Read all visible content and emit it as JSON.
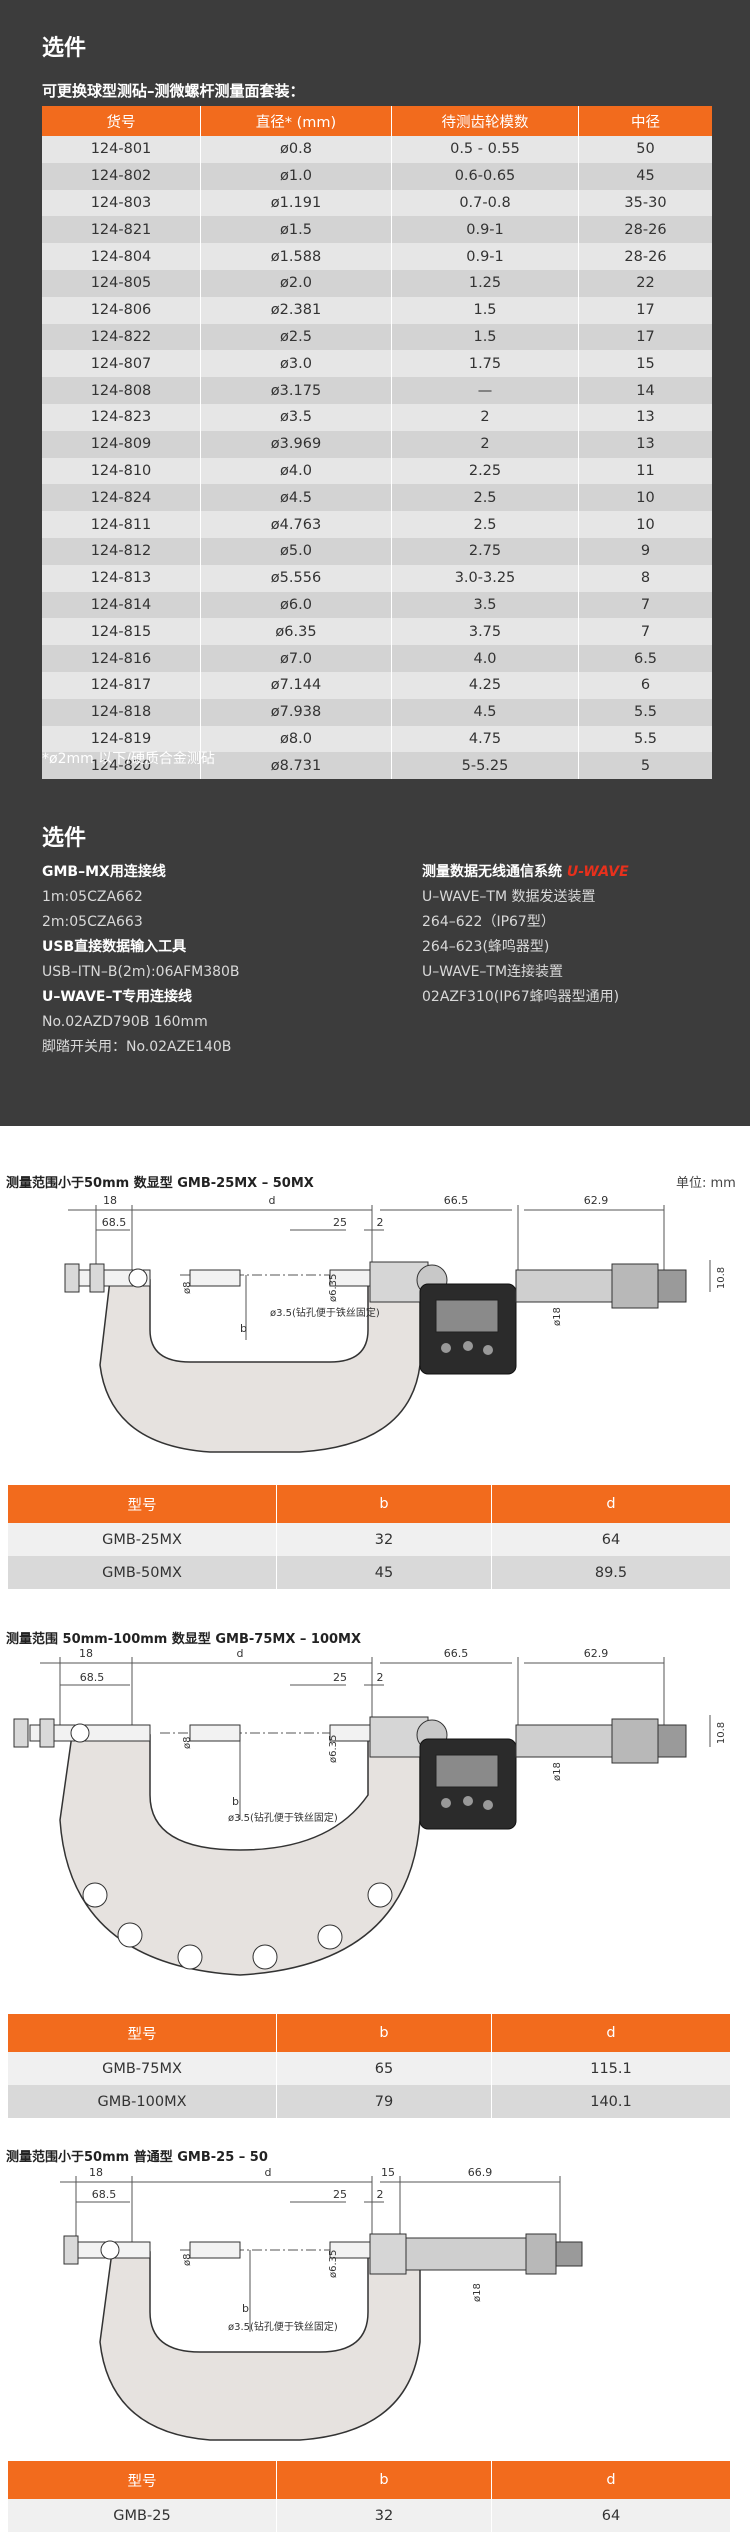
{
  "options_section": {
    "title": "选件",
    "subtitle": "可更换球型测砧–测微螺杆测量面套装：",
    "headers": [
      "货号",
      "直径* (mm)",
      "待测齿轮模数",
      "中径"
    ],
    "rows": [
      [
        "124-801",
        "ø0.8",
        "0.5 - 0.55",
        "50"
      ],
      [
        "124-802",
        "ø1.0",
        "0.6-0.65",
        "45"
      ],
      [
        "124-803",
        "ø1.191",
        "0.7-0.8",
        "35-30"
      ],
      [
        "124-821",
        "ø1.5",
        "0.9-1",
        "28-26"
      ],
      [
        "124-804",
        "ø1.588",
        "0.9-1",
        "28-26"
      ],
      [
        "124-805",
        "ø2.0",
        "1.25",
        "22"
      ],
      [
        "124-806",
        "ø2.381",
        "1.5",
        "17"
      ],
      [
        "124-822",
        "ø2.5",
        "1.5",
        "17"
      ],
      [
        "124-807",
        "ø3.0",
        "1.75",
        "15"
      ],
      [
        "124-808",
        "ø3.175",
        "—",
        "14"
      ],
      [
        "124-823",
        "ø3.5",
        "2",
        "13"
      ],
      [
        "124-809",
        "ø3.969",
        "2",
        "13"
      ],
      [
        "124-810",
        "ø4.0",
        "2.25",
        "11"
      ],
      [
        "124-824",
        "ø4.5",
        "2.5",
        "10"
      ],
      [
        "124-811",
        "ø4.763",
        "2.5",
        "10"
      ],
      [
        "124-812",
        "ø5.0",
        "2.75",
        "9"
      ],
      [
        "124-813",
        "ø5.556",
        "3.0-3.25",
        "8"
      ],
      [
        "124-814",
        "ø6.0",
        "3.5",
        "7"
      ],
      [
        "124-815",
        "ø6.35",
        "3.75",
        "7"
      ],
      [
        "124-816",
        "ø7.0",
        "4.0",
        "6.5"
      ],
      [
        "124-817",
        "ø7.144",
        "4.25",
        "6"
      ],
      [
        "124-818",
        "ø7.938",
        "4.5",
        "5.5"
      ],
      [
        "124-819",
        "ø8.0",
        "4.75",
        "5.5"
      ],
      [
        "124-820",
        "ø8.731",
        "5-5.25",
        "5"
      ]
    ],
    "note": "*ø2mm 以下/硬质合金测砧"
  },
  "accessories": {
    "title": "选件",
    "left": [
      {
        "text": "GMB–MX用连接线",
        "bold": true
      },
      {
        "text": "1m:05CZA662",
        "bold": false
      },
      {
        "text": "2m:05CZA663",
        "bold": false
      },
      {
        "text": "USB直接数据输入工具",
        "bold": true
      },
      {
        "text": "USB–ITN–B(2m):06AFM380B",
        "bold": false
      },
      {
        "text": "U–WAVE–T专用连接线",
        "bold": true
      },
      {
        "text": "No.02AZD790B 160mm",
        "bold": false
      },
      {
        "text": "脚踏开关用：No.02AZE140B",
        "bold": false
      }
    ],
    "right_head": "测量数据无线通信系统",
    "right_brand": "U-WAVE",
    "right": [
      "U–WAVE–TM 数据发送装置",
      "264–622（IP67型）",
      "264–623(蜂鸣器型)",
      "U–WAVE–TM连接装置",
      "02AZF310(IP67蜂鸣器型通用)"
    ]
  },
  "figures": [
    {
      "title": "测量范围小于50mm 数显型    GMB-25MX – 50MX",
      "unit": "单位: mm",
      "dims": {
        "d18": "18",
        "d68": "68.5",
        "d": "d",
        "d25": "25",
        "d2": "2",
        "d665": "66.5",
        "d629": "62.9",
        "d108": "10.8",
        "d8": "ø8",
        "d635": "ø6.35",
        "d18b": "ø18",
        "b": "b",
        "hole": "ø3.5(钻孔便于铁丝固定)"
      },
      "table": {
        "headers": [
          "型号",
          "b",
          "d"
        ],
        "rows": [
          [
            "GMB-25MX",
            "32",
            "64"
          ],
          [
            "GMB-50MX",
            "45",
            "89.5"
          ]
        ]
      }
    },
    {
      "title": "测量范围 50mm-100mm 数显型    GMB-75MX – 100MX",
      "dims": {
        "d18": "18",
        "d68": "68.5",
        "d": "d",
        "d25": "25",
        "d2": "2",
        "d665": "66.5",
        "d629": "62.9",
        "d108": "10.8",
        "d8": "ø8",
        "d635": "ø6.35",
        "d18b": "ø18",
        "b": "b",
        "hole": "ø3.5(钻孔便于铁丝固定)"
      },
      "table": {
        "headers": [
          "型号",
          "b",
          "d"
        ],
        "rows": [
          [
            "GMB-75MX",
            "65",
            "115.1"
          ],
          [
            "GMB-100MX",
            "79",
            "140.1"
          ]
        ]
      }
    },
    {
      "title": "测量范围小于50mm 普通型    GMB-25 – 50",
      "dims": {
        "d18": "18",
        "d68": "68.5",
        "d": "d",
        "d25": "25",
        "d2": "2",
        "d15": "15",
        "d669": "66.9",
        "d8": "ø8",
        "d635": "ø6.35",
        "d18b": "ø18",
        "b": "b",
        "hole": "ø3.5(钻孔便于铁丝固定)"
      },
      "table": {
        "headers": [
          "型号",
          "b",
          "d"
        ],
        "rows": [
          [
            "GMB-25",
            "32",
            "64"
          ]
        ]
      }
    }
  ],
  "colors": {
    "accent": "#f26b1d",
    "dark_bg": "#3c3c3c",
    "brand_red": "#e8301c"
  }
}
